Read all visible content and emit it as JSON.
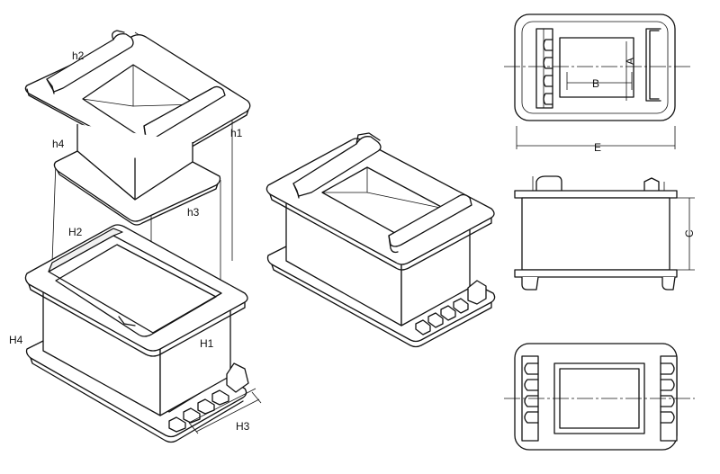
{
  "exploded_view": {
    "top_flange_labels": {
      "h2": "h2",
      "h4": "h4",
      "h1": "h1",
      "h3": "h3"
    },
    "bottom_flange_labels": {
      "H2": "H2",
      "H4": "H4",
      "H1": "H1",
      "H3": "H3"
    }
  },
  "assembled_view": {},
  "top_view": {
    "dim_A": "A",
    "dim_B": "B",
    "dim_E": "E"
  },
  "side_view": {
    "dim_C": "C"
  },
  "bottom_view": {}
}
